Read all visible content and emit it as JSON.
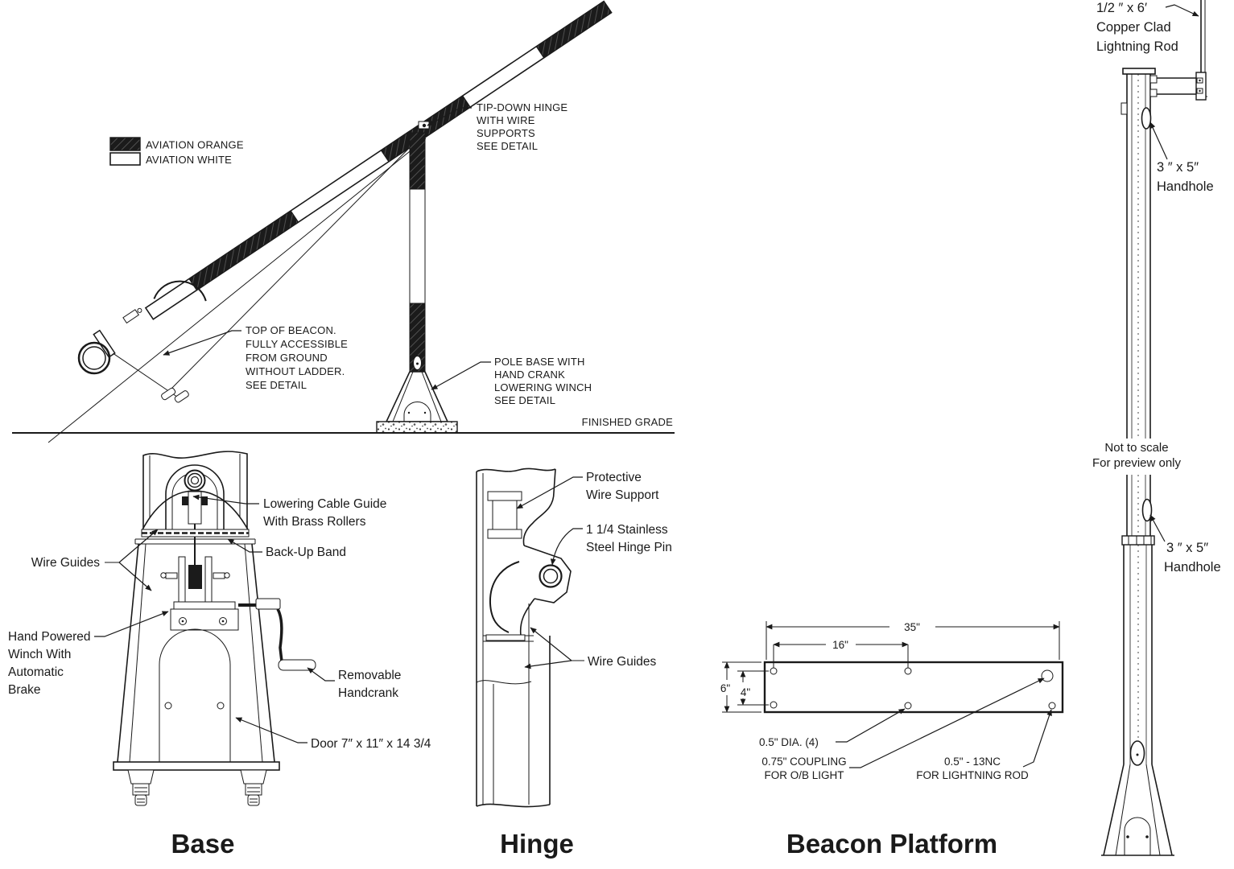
{
  "colors": {
    "ink": "#1a1a1a",
    "band_dark": "#1b1b1b",
    "background": "#ffffff"
  },
  "legend": {
    "orange_label": "AVIATION ORANGE",
    "white_label": "AVIATION WHITE"
  },
  "elevation": {
    "finished_grade": "FINISHED GRADE",
    "tip_down_hinge": [
      "TIP-DOWN HINGE",
      "WITH WIRE",
      "SUPPORTS",
      "SEE DETAIL"
    ],
    "top_of_beacon": [
      "TOP OF BEACON.",
      "FULLY ACCESSIBLE",
      "FROM GROUND",
      "WITHOUT LADDER.",
      "SEE DETAIL"
    ],
    "pole_base": [
      "POLE BASE WITH",
      "HAND CRANK",
      "LOWERING WINCH",
      "SEE DETAIL"
    ]
  },
  "base_detail": {
    "title": "Base",
    "lowering_cable_guide": [
      "Lowering Cable Guide",
      "With Brass Rollers"
    ],
    "back_up_band": "Back-Up Band",
    "wire_guides": "Wire Guides",
    "hand_powered_winch": [
      "Hand Powered",
      "Winch With",
      "Automatic",
      "Brake"
    ],
    "removable_handcrank": [
      "Removable",
      "Handcrank"
    ],
    "door": "Door 7″ x 11″ x 14 3/4"
  },
  "hinge_detail": {
    "title": "Hinge",
    "protective_wire_support": [
      "Protective",
      "Wire Support"
    ],
    "hinge_pin": [
      "1 1/4 Stainless",
      "Steel Hinge Pin"
    ],
    "wire_guides": "Wire Guides"
  },
  "platform_detail": {
    "title": "Beacon Platform",
    "dim_width": "35\"",
    "dim_hole_spacing": "16\"",
    "dim_height": "6\"",
    "dim_hole_offset": "4\"",
    "hole_dia": "0.5\" DIA. (4)",
    "coupling": [
      "0.75\" COUPLING",
      "FOR O/B LIGHT"
    ],
    "lightning_tap": [
      "0.5\" - 13NC",
      "FOR LIGHTNING ROD"
    ]
  },
  "pole_view": {
    "lightning_rod": [
      "1/2 ″ x 6′",
      "Copper Clad",
      "Lightning Rod"
    ],
    "handhole_upper": [
      "3 ″ x 5″",
      "Handhole"
    ],
    "scale_note": [
      "Not to scale",
      "For preview only"
    ],
    "handhole_lower": [
      "3 ″ x 5″",
      "Handhole"
    ]
  }
}
